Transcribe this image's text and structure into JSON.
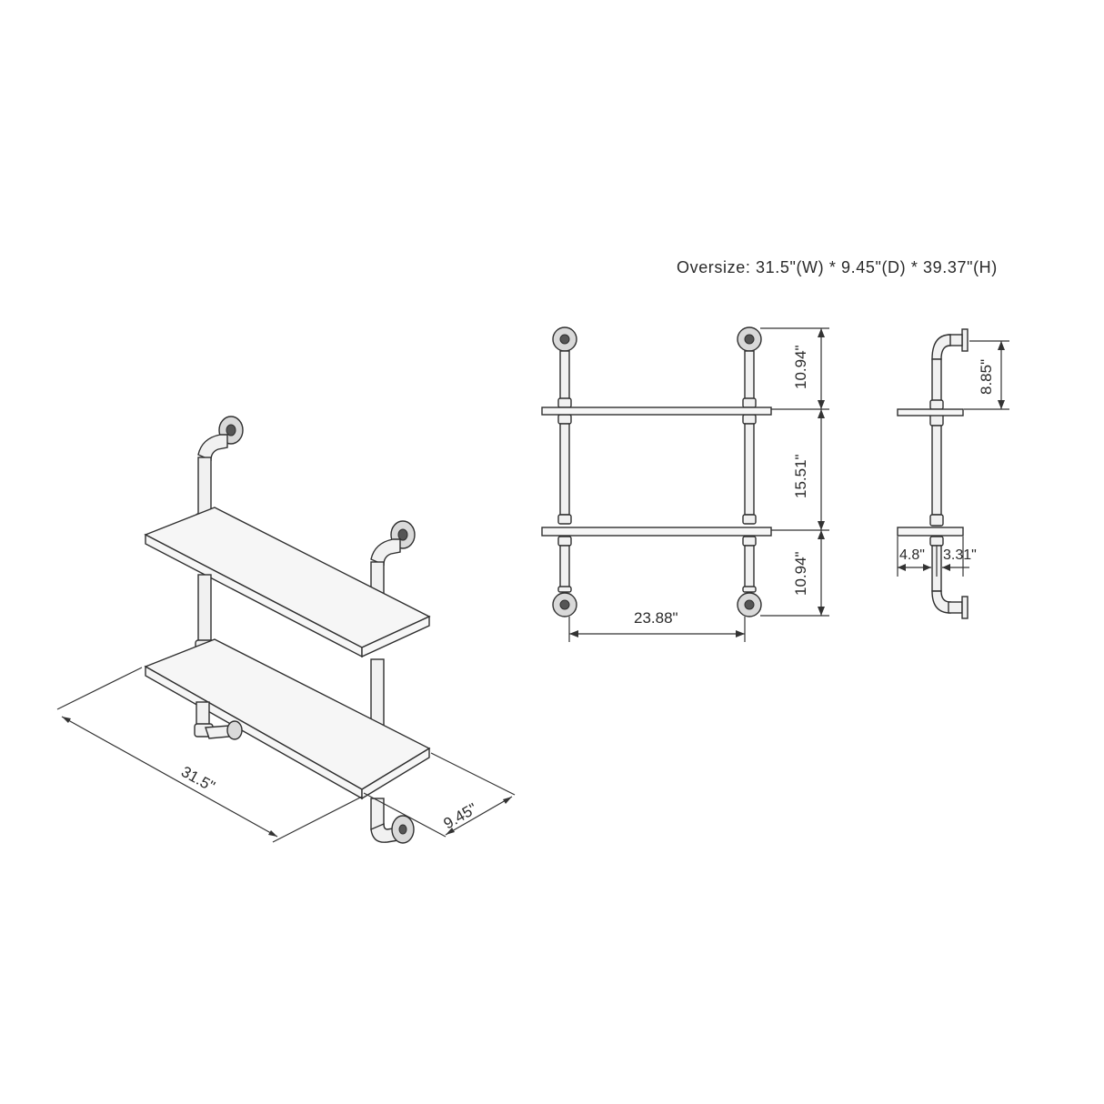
{
  "title": "Oversize: 31.5\"(W) * 9.45\"(D) * 39.37\"(H)",
  "iso_view": {
    "width_label": "31.5\"",
    "depth_label": "9.45\""
  },
  "front_view": {
    "top_gap_label": "10.94\"",
    "middle_gap_label": "15.51\"",
    "bottom_gap_label": "10.94\"",
    "pipe_spacing_label": "23.88\""
  },
  "side_view": {
    "top_height_label": "8.85\"",
    "front_offset_label": "4.8\"",
    "back_offset_label": "3.31\""
  },
  "colors": {
    "line": "#2f2f2f",
    "text": "#2a2a2a",
    "background": "#ffffff"
  }
}
